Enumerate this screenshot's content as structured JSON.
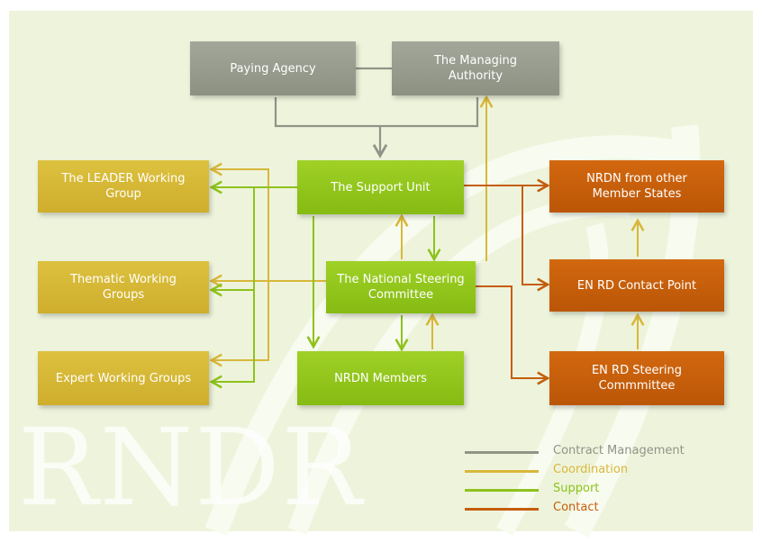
{
  "colors": {
    "gray": "#8f9487",
    "yellow": "#d8b73a",
    "green": "#8ec21d",
    "orange": "#c45e0d",
    "background": "#eef4dc"
  },
  "watermark": "RNDR",
  "nodes": {
    "paying_agency": "Paying Agency",
    "managing_authority": "The Managing\nAuthority",
    "support_unit": "The Support Unit",
    "national_steering": "The National Steering\nCommittee",
    "nrdn_members": "NRDN Members",
    "leader_group": "The LEADER Working\nGroup",
    "thematic_groups": "Thematic Working\nGroups",
    "expert_groups": "Expert Working Groups",
    "nrdn_other": "NRDN from other\nMember States",
    "enrd_contact": "EN RD Contact Point",
    "enrd_steering": "EN RD Steering\nCommmittee"
  },
  "legend": [
    {
      "label": "Contract Management",
      "color": "#8f9487"
    },
    {
      "label": "Coordination",
      "color": "#d8b73a"
    },
    {
      "label": "Support",
      "color": "#8ec21d"
    },
    {
      "label": "Contact",
      "color": "#c45e0d"
    }
  ]
}
